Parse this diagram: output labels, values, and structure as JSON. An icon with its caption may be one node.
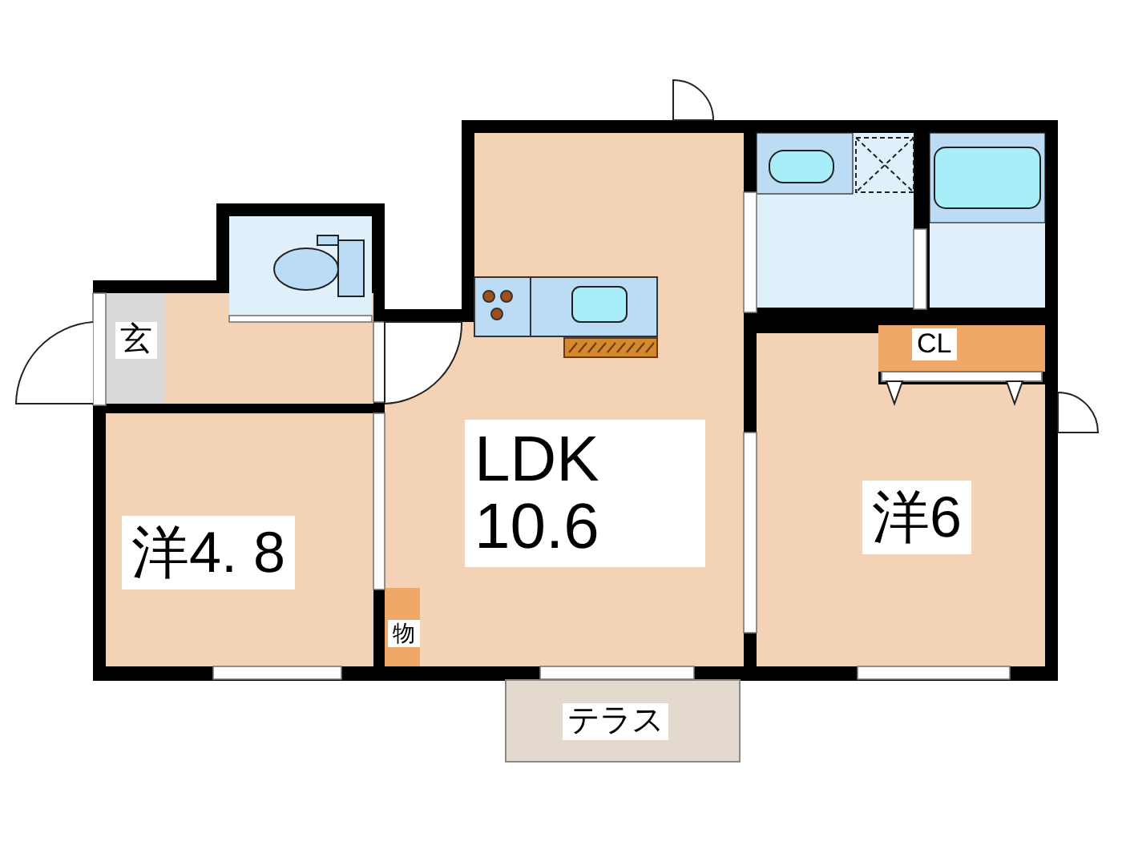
{
  "diagram": {
    "nodes": [
      {
        "text": [
          "玄"
        ]
      },
      {
        "text": [
          "洋4. 8"
        ]
      },
      {
        "text": [
          "LDK 10.6"
        ]
      },
      {
        "text": [
          "物"
        ]
      },
      {
        "text": [
          "CL"
        ]
      },
      {
        "text": [
          "洋6"
        ]
      },
      {
        "text": [
          "テラス"
        ]
      }
    ]
  }
}
